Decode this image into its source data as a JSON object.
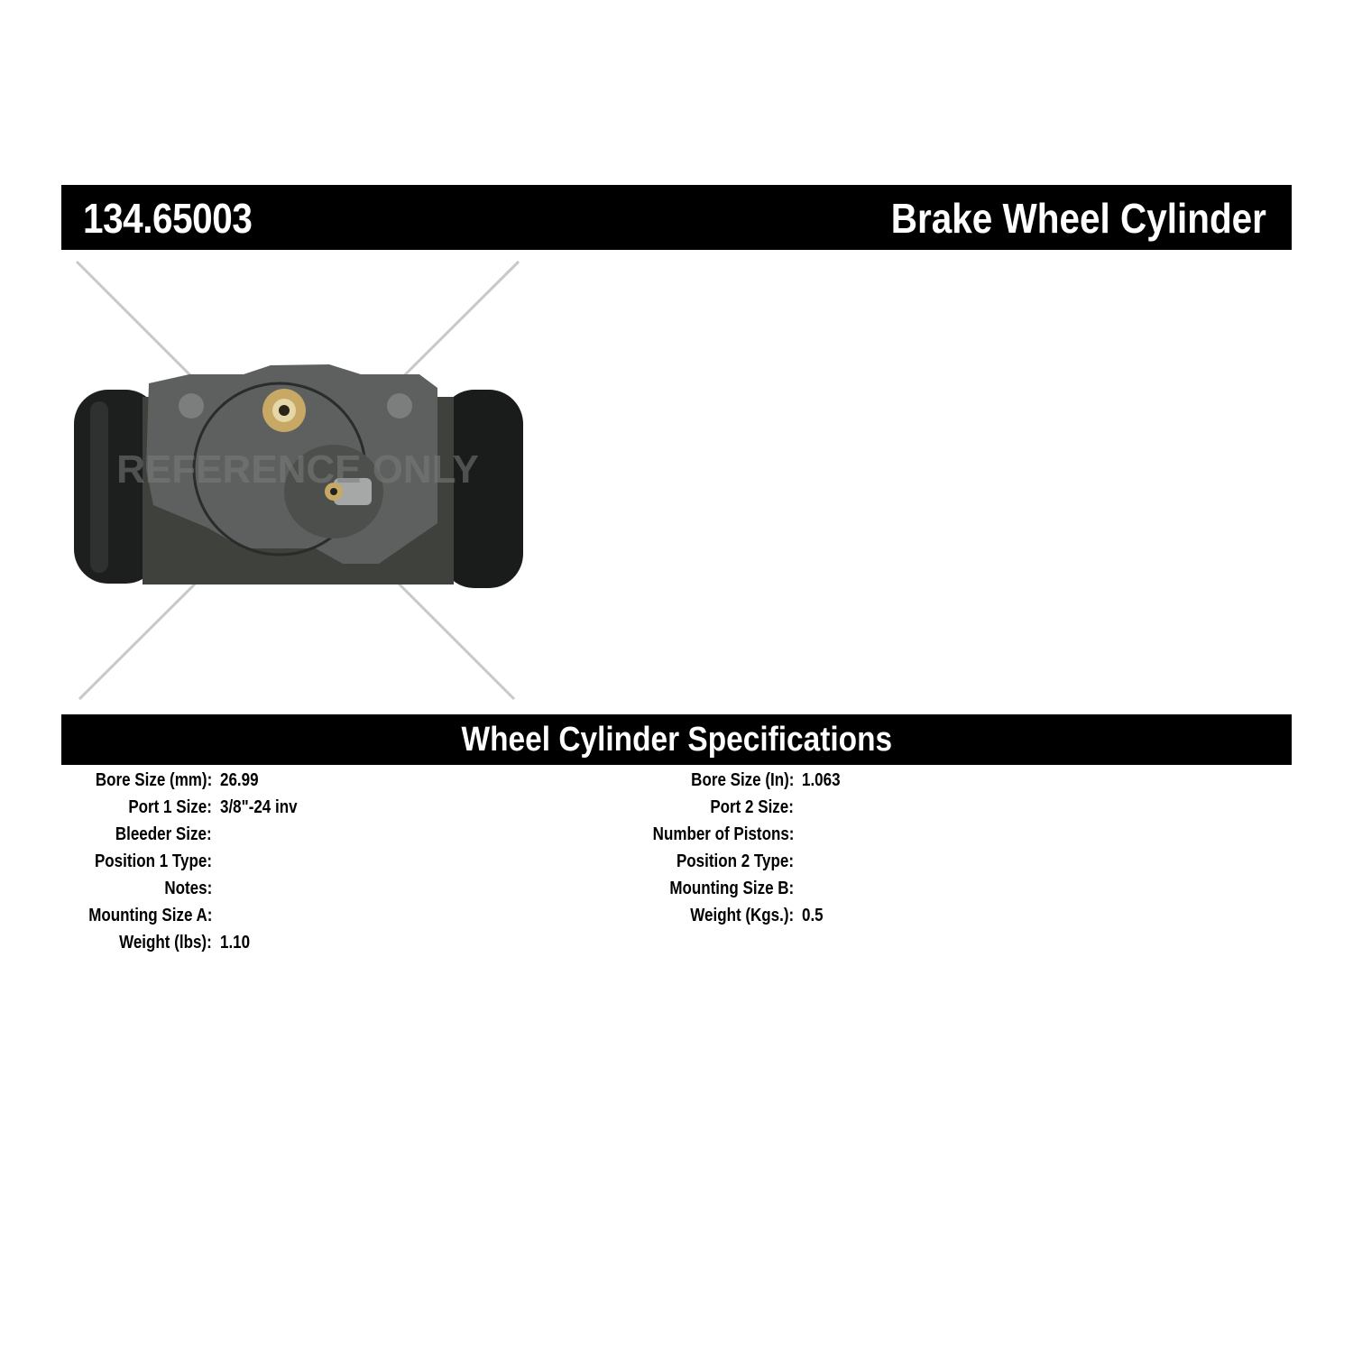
{
  "header": {
    "part_number": "134.65003",
    "title": "Brake Wheel Cylinder"
  },
  "photo": {
    "watermark": "REFERENCE ONLY"
  },
  "specs": {
    "title": "Wheel Cylinder Specifications",
    "left": [
      {
        "label": "Bore Size (mm):",
        "value": "26.99"
      },
      {
        "label": "Port 1 Size:",
        "value": "3/8\"-24 inv"
      },
      {
        "label": "Bleeder Size:",
        "value": ""
      },
      {
        "label": "Position 1 Type:",
        "value": ""
      },
      {
        "label": "Notes:",
        "value": ""
      },
      {
        "label": "Mounting Size A:",
        "value": ""
      },
      {
        "label": "Weight (lbs):",
        "value": "1.10"
      }
    ],
    "right": [
      {
        "label": "Bore Size (In):",
        "value": "1.063"
      },
      {
        "label": "Port 2 Size:",
        "value": ""
      },
      {
        "label": "Number of Pistons:",
        "value": ""
      },
      {
        "label": "Position 2 Type:",
        "value": ""
      },
      {
        "label": "Mounting Size B:",
        "value": ""
      },
      {
        "label": "Weight (Kgs.):",
        "value": "0.5"
      }
    ]
  }
}
